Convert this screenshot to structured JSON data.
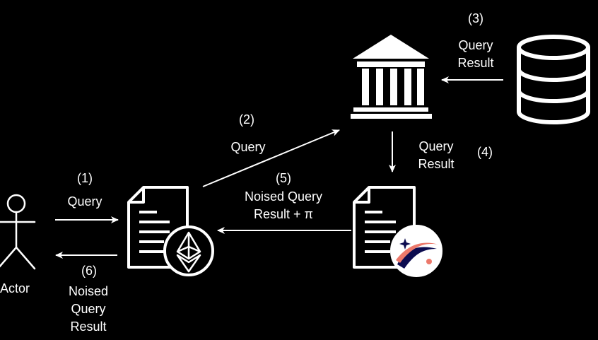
{
  "colors": {
    "background": "#000000",
    "stroke": "#ffffff",
    "starknet_dark": "#0c0c4f",
    "starknet_accent": "#ec796b"
  },
  "icons": {
    "actor": "stick-figure-icon",
    "bank": "bank-building-icon",
    "database": "database-icon",
    "doc_left": "document-icon",
    "ethereum": "ethereum-logo-icon",
    "doc_right": "document-icon",
    "starknet": "starknet-logo-icon"
  },
  "actor": {
    "label": "Actor"
  },
  "steps": {
    "s1": {
      "num": "(1)",
      "text": "Query"
    },
    "s2": {
      "num": "(2)",
      "text": "Query"
    },
    "s3": {
      "num": "(3)",
      "line1": "Query",
      "line2": "Result"
    },
    "s4": {
      "num": "(4)",
      "line1": "Query",
      "line2": "Result"
    },
    "s5": {
      "num": "(5)",
      "line1": "Noised Query",
      "line2": "Result + π"
    },
    "s6": {
      "num": "(6)",
      "line1": "Noised",
      "line2": "Query",
      "line3": "Result"
    }
  }
}
